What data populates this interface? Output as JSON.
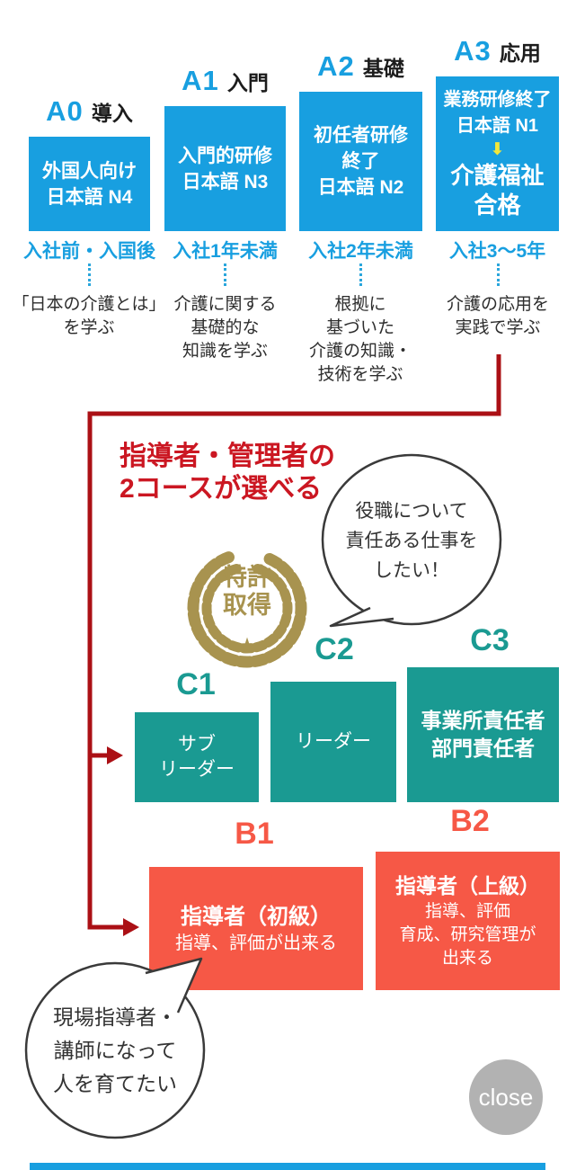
{
  "stages": [
    {
      "code": "A0",
      "tag": "導入",
      "box_lines": [
        "外国人向け",
        "日本語 N4"
      ],
      "timeline": "入社前・入国後",
      "desc_lines": [
        "「日本の介護とは」",
        "を学ぶ"
      ]
    },
    {
      "code": "A1",
      "tag": "入門",
      "box_lines": [
        "入門的研修",
        "日本語 N3"
      ],
      "timeline": "入社1年未満",
      "desc_lines": [
        "介護に関する",
        "基礎的な",
        "知識を学ぶ"
      ]
    },
    {
      "code": "A2",
      "tag": "基礎",
      "box_lines": [
        "初任者研修",
        "終了",
        "日本語 N2"
      ],
      "timeline": "入社2年未満",
      "desc_lines": [
        "根拠に",
        "基づいた",
        "介護の知識・",
        "技術を学ぶ"
      ]
    },
    {
      "code": "A3",
      "tag": "応用",
      "box_top_lines": [
        "業務研修終了",
        "日本語 N1"
      ],
      "arrow": "⬇",
      "box_main_lines": [
        "介護福祉",
        "合格"
      ],
      "timeline": "入社3〜5年",
      "desc_lines": [
        "介護の応用を",
        "実践で学ぶ"
      ]
    }
  ],
  "branch": {
    "heading_lines": [
      "指導者・管理者の",
      "2コースが選べる"
    ],
    "badge": {
      "lines": [
        "特許",
        "取得"
      ],
      "star": "★"
    },
    "bubble_top_lines": [
      "役職について",
      "責任ある仕事を",
      "したい！"
    ],
    "bubble_bottom_lines": [
      "現場指導者・",
      "講師になって",
      "人を育てたい"
    ]
  },
  "c_course": [
    {
      "label": "C1",
      "box_lines": [
        "サブ",
        "リーダー"
      ]
    },
    {
      "label": "C2",
      "box_lines": [
        "リーダー"
      ]
    },
    {
      "label": "C3",
      "box_lines": [
        "事業所責任者",
        "部門責任者"
      ]
    }
  ],
  "b_course": [
    {
      "label": "B1",
      "title": "指導者（初級）",
      "lines": [
        "指導、評価が出来る"
      ]
    },
    {
      "label": "B2",
      "title": "指導者（上級）",
      "lines": [
        "指導、評価",
        "育成、研究管理が",
        "出来る"
      ]
    }
  ],
  "close_button": {
    "label": "close"
  },
  "colors": {
    "blue": "#189fe0",
    "teal": "#1a9a92",
    "orange_red": "#f65846",
    "connector_dark_red": "#ab1015",
    "heading_red": "#cb1722",
    "gold": "#a8934f",
    "yellow_arrow": "#f2e73a",
    "close_gray": "#b2b2b2"
  }
}
